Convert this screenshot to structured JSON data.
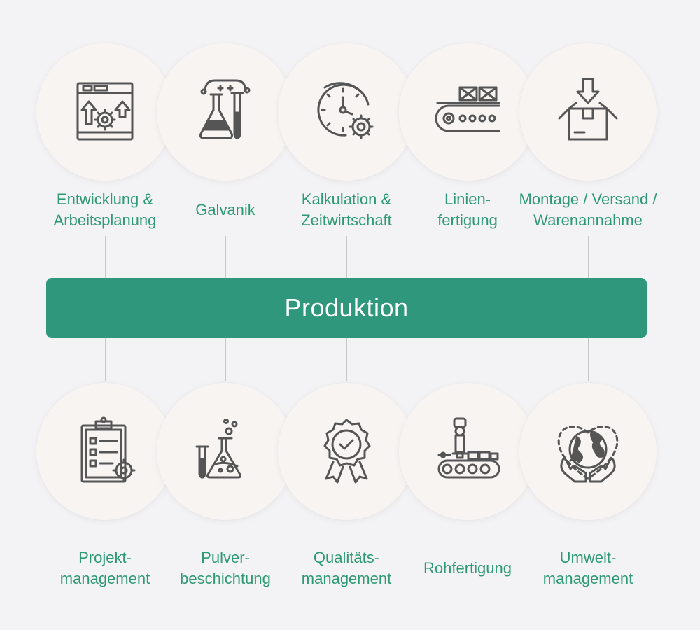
{
  "center": {
    "title": "Produktion"
  },
  "colors": {
    "accent": "#2f977b",
    "label": "#2e9a74",
    "icon": "#555555",
    "circle": "#f7f4f2",
    "background": "#f3f2f4"
  },
  "top_items": [
    {
      "lines": [
        "Entwicklung &",
        "Arbeitsplanung"
      ],
      "icon": "blueprint-gear-icon"
    },
    {
      "lines": [
        "Galvanik"
      ],
      "icon": "flask-tube-icon"
    },
    {
      "lines": [
        "Kalkulation &",
        "Zeitwirtschaft"
      ],
      "icon": "clock-gear-icon"
    },
    {
      "lines": [
        "Linien-",
        "fertigung"
      ],
      "icon": "conveyor-boxes-icon"
    },
    {
      "lines": [
        "Montage / Versand /",
        "Warenannahme"
      ],
      "icon": "box-arrow-icon"
    }
  ],
  "bottom_items": [
    {
      "lines": [
        "Projekt-",
        "management"
      ],
      "icon": "clipboard-gear-icon"
    },
    {
      "lines": [
        "Pulver-",
        "beschichtung"
      ],
      "icon": "lab-glassware-icon"
    },
    {
      "lines": [
        "Qualitäts-",
        "management"
      ],
      "icon": "quality-badge-icon"
    },
    {
      "lines": [
        "Rohfertigung"
      ],
      "icon": "robot-conveyor-icon"
    },
    {
      "lines": [
        "Umwelt-",
        "management"
      ],
      "icon": "globe-hands-icon"
    }
  ]
}
